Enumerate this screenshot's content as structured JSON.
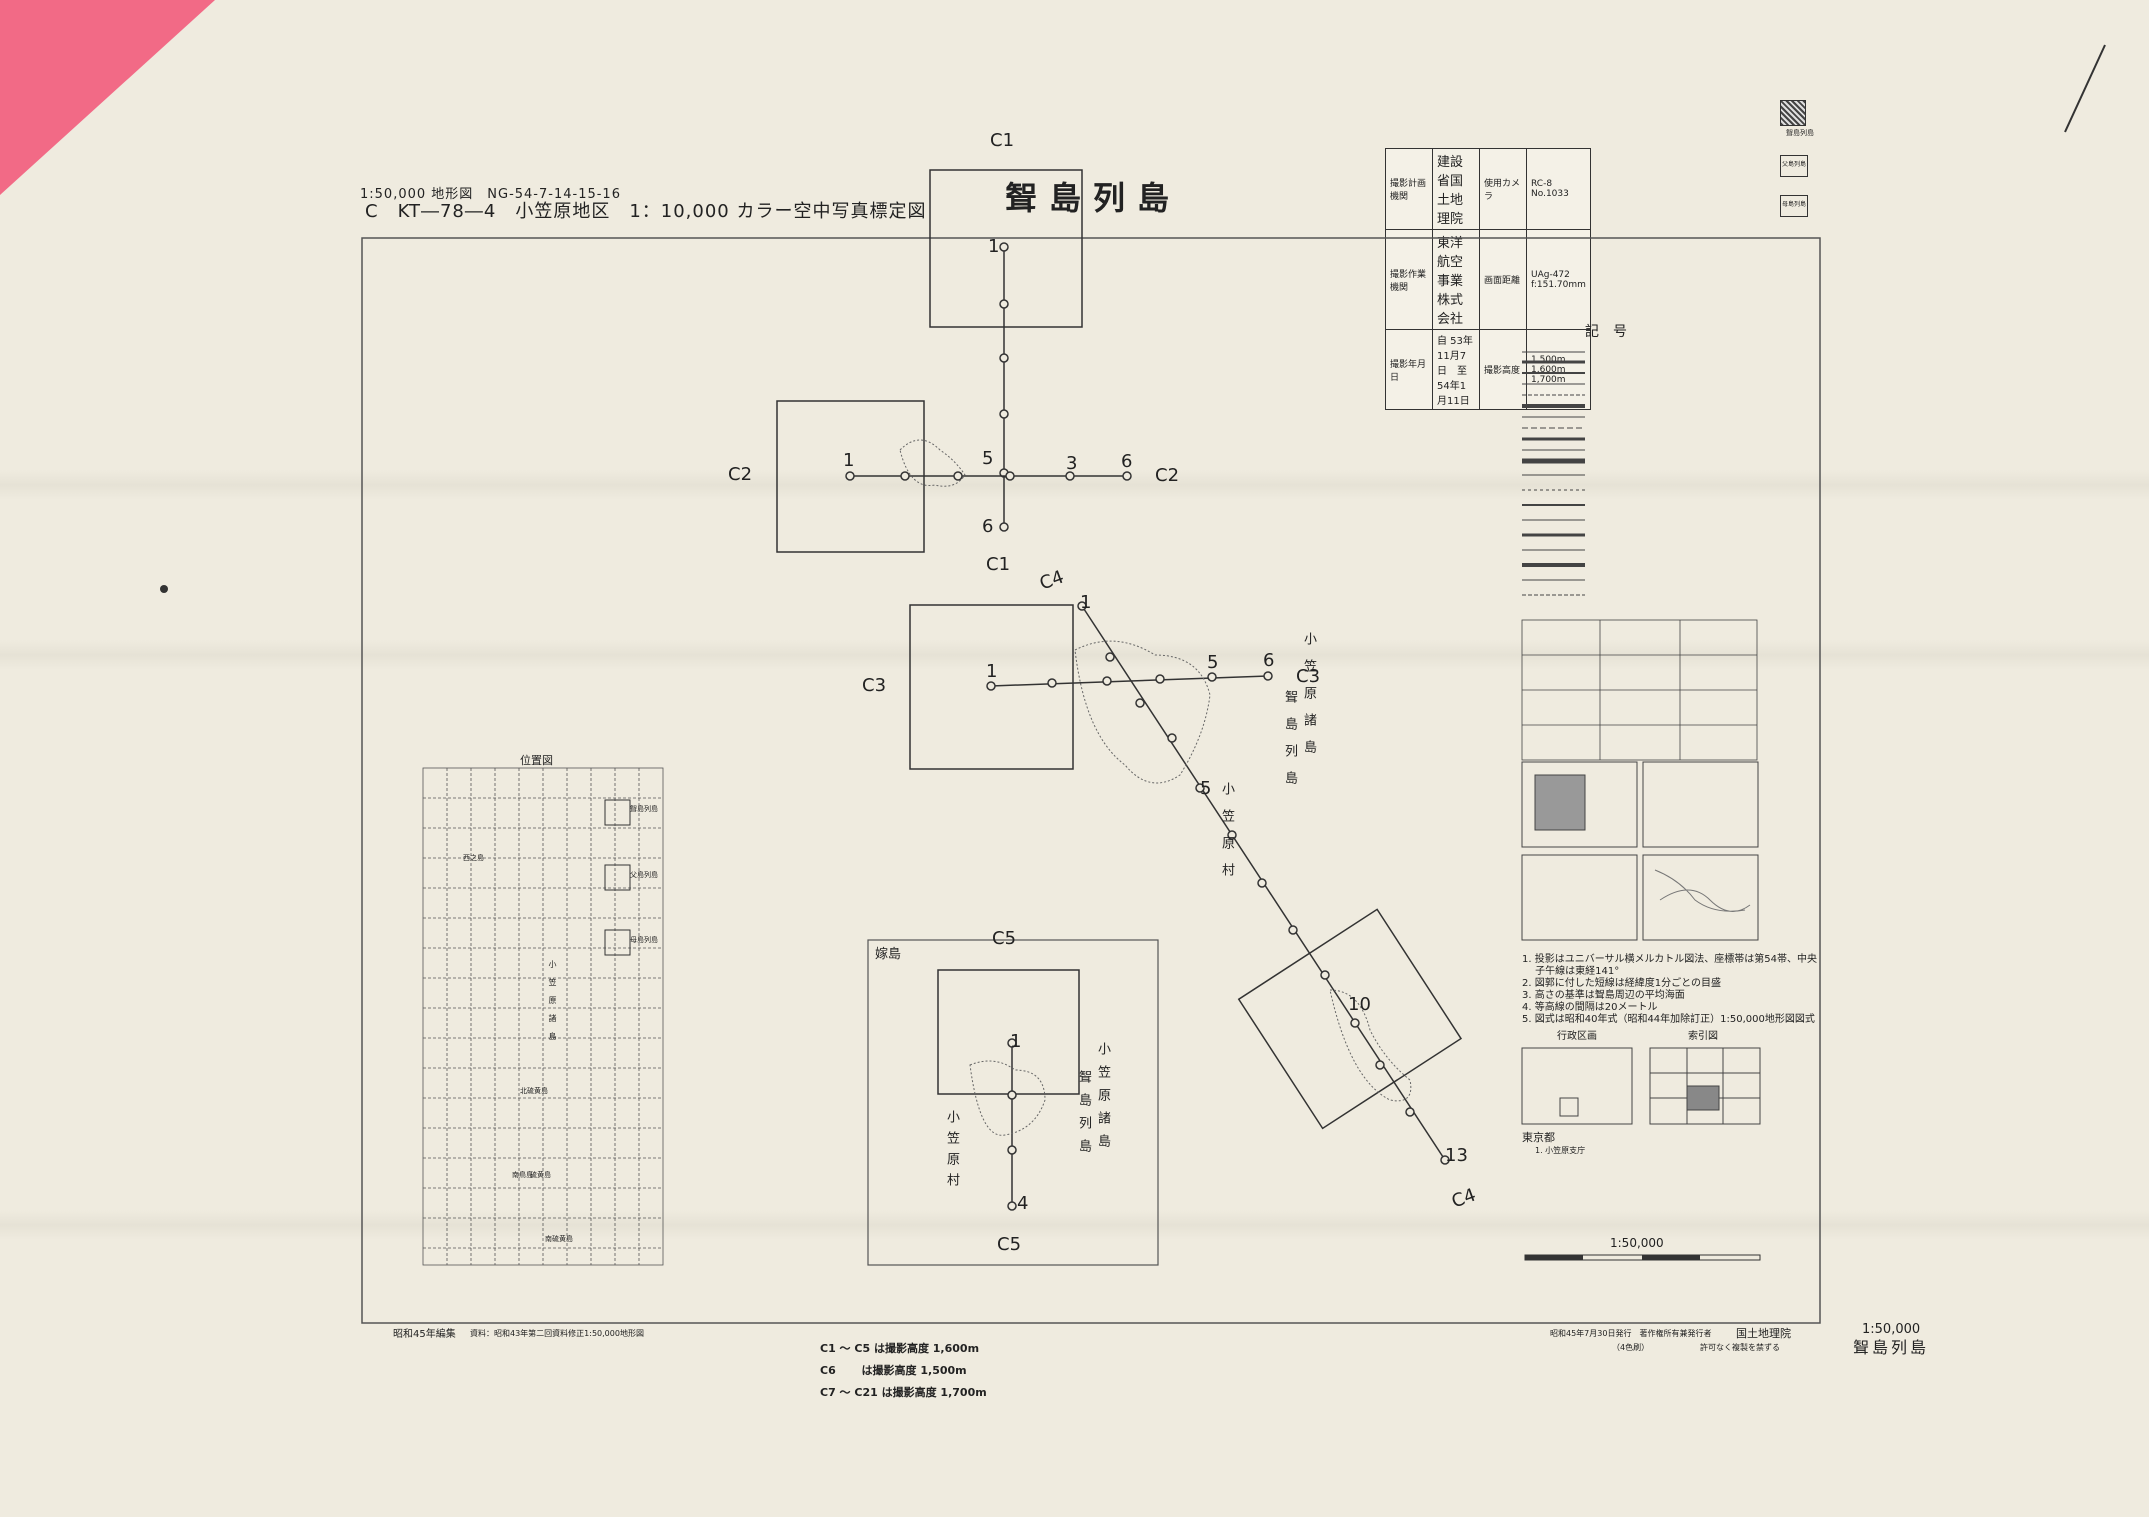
{
  "header": {
    "series": "1:50,000 地形図　NG-54-7-14-15-16",
    "subtitle": "C　KT―78―4　小笠原地区　1：10,000 カラー空中写真標定図",
    "title": "聟島列島"
  },
  "info_table": {
    "rows": [
      {
        "label": "撮影計画機関",
        "value": "建設省国土地理院",
        "label2": "使用カメラ",
        "value2": "RC-8 No.1033"
      },
      {
        "label": "撮影作業機関",
        "value": "東洋航空事業株式会社",
        "label2": "画面距離",
        "value2": "UAg-472 f:151.70mm"
      },
      {
        "label": "撮影年月日",
        "value": "自 53年11月7日　至 54年1月11日",
        "label2": "撮影高度",
        "value2": "1,500m 1,600m 1,700m"
      }
    ]
  },
  "legend": {
    "title": "記号",
    "index_labels": {
      "admin": "行政区画",
      "index": "索引図"
    },
    "tokyo": "東京都",
    "tokyo_sub": "1. 小笠原支庁",
    "scale": "1:50,000",
    "notes": [
      "1. 投影はユニバーサル横メルカトル図法、座標帯は第54帯、中央",
      "　 子午線は東経141°",
      "2. 図郭に付した短線は経緯度1分ごとの目盛",
      "3. 高さの基準は聟島周辺の平均海面",
      "4. 等高線の間隔は20メートル",
      "5. 図式は昭和40年式（昭和44年加除訂正）1:50,000地形図図式"
    ]
  },
  "location_map": {
    "title": "位置図",
    "labels": [
      "聟島列島",
      "父島列島",
      "母島列島",
      "小笠原諸島",
      "北硫黄島",
      "硫黄島",
      "南鳥島",
      "南硫黄島",
      "西之島"
    ]
  },
  "flight_lines": {
    "c1": {
      "label": "C1",
      "label_bottom": "C1"
    },
    "c2": {
      "label_left": "C2",
      "label_right": "C2",
      "start": "1",
      "mid": "5",
      "n3": "3",
      "end": "6",
      "down": "6",
      "up": "1"
    },
    "c3": {
      "label": "C3",
      "start": "1",
      "n5": "5",
      "end": "6",
      "label_right": "C3"
    },
    "c4": {
      "label_top": "C4",
      "label_bottom": "C4",
      "start": "1",
      "n5": "5",
      "n10": "10",
      "end": "13"
    },
    "c5": {
      "label_top": "C5",
      "label_bottom": "C5",
      "top": "1",
      "bottom": "4"
    }
  },
  "map_text": {
    "archipelago_vert": "聟島列島",
    "ogasawara_vert": "小笠原諸島",
    "village_vert": "小笠原村",
    "inset_island": "嫁島",
    "inset_ogasawara_vert": "小笠原諸島",
    "inset_village_vert": "小笠原村",
    "inset_archipelago_vert": "聟島列島"
  },
  "footer": {
    "compiled": "昭和45年編集",
    "source": "資料：昭和43年第二回資料修正1:50,000地形図",
    "alt1": "C1 ～ C5 は撮影高度 1,600m",
    "alt2": "C6　　 は撮影高度 1,500m",
    "alt3": "C7 ～ C21 は撮影高度 1,700m",
    "published": "昭和45年7月30日発行　著作権所有兼発行者",
    "publisher": "国土地理院",
    "colors": "（4色刷）",
    "copy": "許可なく複製を禁ずる",
    "sheet_scale": "1:50,000",
    "sheet_name": "聟島列島"
  },
  "corner_swatches": {
    "a": "聟島列島",
    "b": "父島列島",
    "c": "母島列島"
  },
  "colors": {
    "paper": "#efebdf",
    "ink": "#222222",
    "tab": "#f26a86"
  }
}
